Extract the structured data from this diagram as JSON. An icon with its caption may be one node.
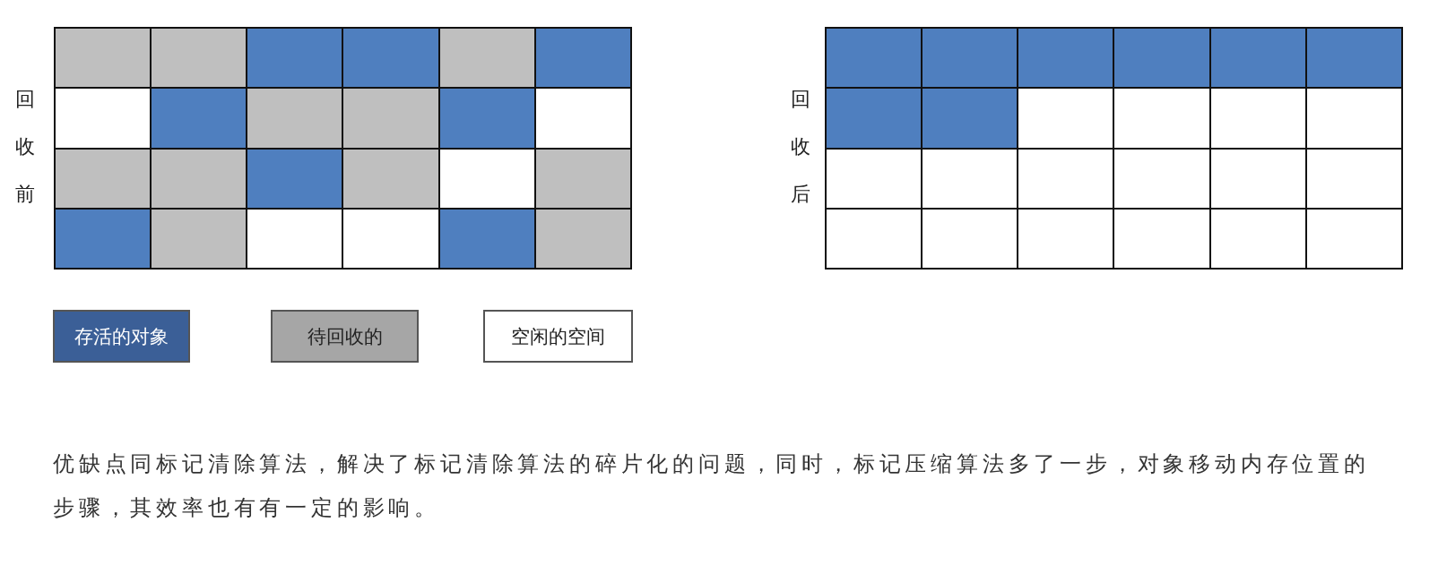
{
  "diagram": {
    "caption": "优缺点同标记清除算法，解决了标记清除算法的碎片化的问题，同时，标记压缩算法多了一步，对象移动内存位置的步骤，其效率也有有一定的影响。",
    "nodes": [
      {
        "text": [
          "回收前"
        ]
      },
      {
        "text": [],
        "shape": "box",
        "in": 0
      },
      {
        "text": [],
        "shape": "box",
        "in": 0
      },
      {
        "text": [],
        "shape": "box",
        "in": 0
      },
      {
        "text": [],
        "shape": "box",
        "in": 0
      },
      {
        "text": [],
        "shape": "box",
        "in": 0
      },
      {
        "text": [],
        "shape": "box",
        "in": 0
      },
      {
        "text": [],
        "shape": "box",
        "in": 0
      },
      {
        "text": [],
        "shape": "box",
        "in": 0
      },
      {
        "text": [],
        "shape": "box",
        "in": 0
      },
      {
        "text": [],
        "shape": "box",
        "in": 0
      },
      {
        "text": [],
        "shape": "box",
        "in": 0
      },
      {
        "text": [],
        "shape": "box",
        "in": 0
      },
      {
        "text": [],
        "shape": "box",
        "in": 0
      },
      {
        "text": [],
        "shape": "box",
        "in": 0
      },
      {
        "text": [],
        "shape": "box",
        "in": 0
      },
      {
        "text": [],
        "shape": "box",
        "in": 0
      },
      {
        "text": [],
        "shape": "box",
        "in": 0
      },
      {
        "text": [],
        "shape": "box",
        "in": 0
      },
      {
        "text": [],
        "shape": "box",
        "in": 0
      },
      {
        "text": [],
        "shape": "box",
        "in": 0
      },
      {
        "text": [],
        "shape": "box",
        "in": 0
      },
      {
        "text": [],
        "shape": "box",
        "in": 0
      },
      {
        "text": [],
        "shape": "box",
        "in": 0
      },
      {
        "text": [],
        "shape": "box",
        "in": 0
      },
      {
        "text": [
          "回收后"
        ]
      },
      {
        "text": [],
        "shape": "box",
        "in": 25
      },
      {
        "text": [],
        "shape": "box",
        "in": 25
      },
      {
        "text": [],
        "shape": "box",
        "in": 25
      },
      {
        "text": [],
        "shape": "box",
        "in": 25
      },
      {
        "text": [],
        "shape": "box",
        "in": 25
      },
      {
        "text": [],
        "shape": "box",
        "in": 25
      },
      {
        "text": [],
        "shape": "box",
        "in": 25
      },
      {
        "text": [],
        "shape": "box",
        "in": 25
      },
      {
        "text": [],
        "shape": "box",
        "in": 25
      },
      {
        "text": [],
        "shape": "box",
        "in": 25
      },
      {
        "text": [],
        "shape": "box",
        "in": 25
      },
      {
        "text": [],
        "shape": "box",
        "in": 25
      },
      {
        "text": [],
        "shape": "box",
        "in": 25
      },
      {
        "text": [],
        "shape": "box",
        "in": 25
      },
      {
        "text": [],
        "shape": "box",
        "in": 25
      },
      {
        "text": [],
        "shape": "box",
        "in": 25
      },
      {
        "text": [],
        "shape": "box",
        "in": 25
      },
      {
        "text": [],
        "shape": "box",
        "in": 25
      },
      {
        "text": [],
        "shape": "box",
        "in": 25
      },
      {
        "text": [],
        "shape": "box",
        "in": 25
      },
      {
        "text": [],
        "shape": "box",
        "in": 25
      },
      {
        "text": [],
        "shape": "box",
        "in": 25
      },
      {
        "text": [],
        "shape": "box",
        "in": 25
      },
      {
        "text": [],
        "shape": "box",
        "in": 25
      }
    ],
    "legend": [
      {
        "text": "存活的对象",
        "color": "#3b5f97"
      },
      {
        "text": "待回收的",
        "color": "#a6a6a6"
      },
      {
        "text": "空闲的空间",
        "color": "#ffffff"
      }
    ]
  }
}
